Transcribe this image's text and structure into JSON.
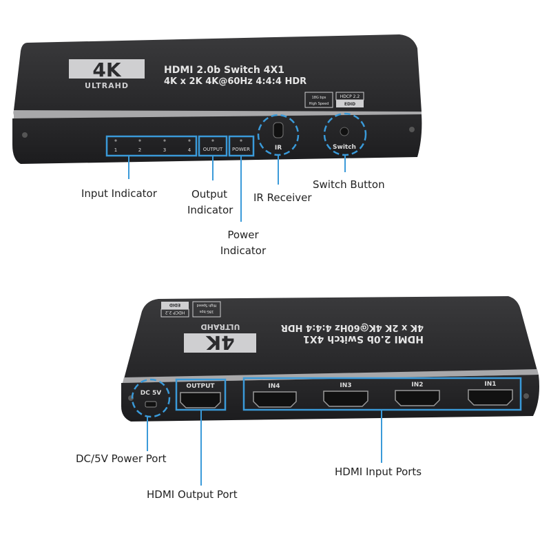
{
  "device_top": {
    "logo_big": "4K",
    "logo_small": "ULTRAHD",
    "title_line1": "HDMI 2.0b Switch 4X1",
    "title_line2": "4K x 2K 4K@60Hz 4:4:4 HDR",
    "badge_speed_1": "18G bps",
    "badge_speed_2": "High Speed",
    "badge_hdcp": "HDCP 2.2",
    "badge_edid": "EDID",
    "led_labels": [
      "1",
      "2",
      "3",
      "4"
    ],
    "output_led_label": "OUTPUT",
    "power_led_label": "POWER",
    "ir_label": "IR",
    "switch_label": "Switch"
  },
  "device_bottom": {
    "dc_label": "DC 5V",
    "output_label": "OUTPUT",
    "inputs": [
      "IN4",
      "IN3",
      "IN2",
      "IN1"
    ]
  },
  "callouts": {
    "input_indicator": "Input Indicator",
    "output_indicator_1": "Output",
    "output_indicator_2": "Indicator",
    "ir_receiver": "IR Receiver",
    "switch_button": "Switch Button",
    "power_indicator_1": "Power",
    "power_indicator_2": "Indicator",
    "dc_power_port": "DC/5V Power Port",
    "hdmi_output_port": "HDMI Output Port",
    "hdmi_input_ports": "HDMI Input Ports"
  },
  "colors": {
    "highlight": "#3a9ad9",
    "device_body": "#2c2c2e",
    "device_edge": "#9a9a9c"
  }
}
